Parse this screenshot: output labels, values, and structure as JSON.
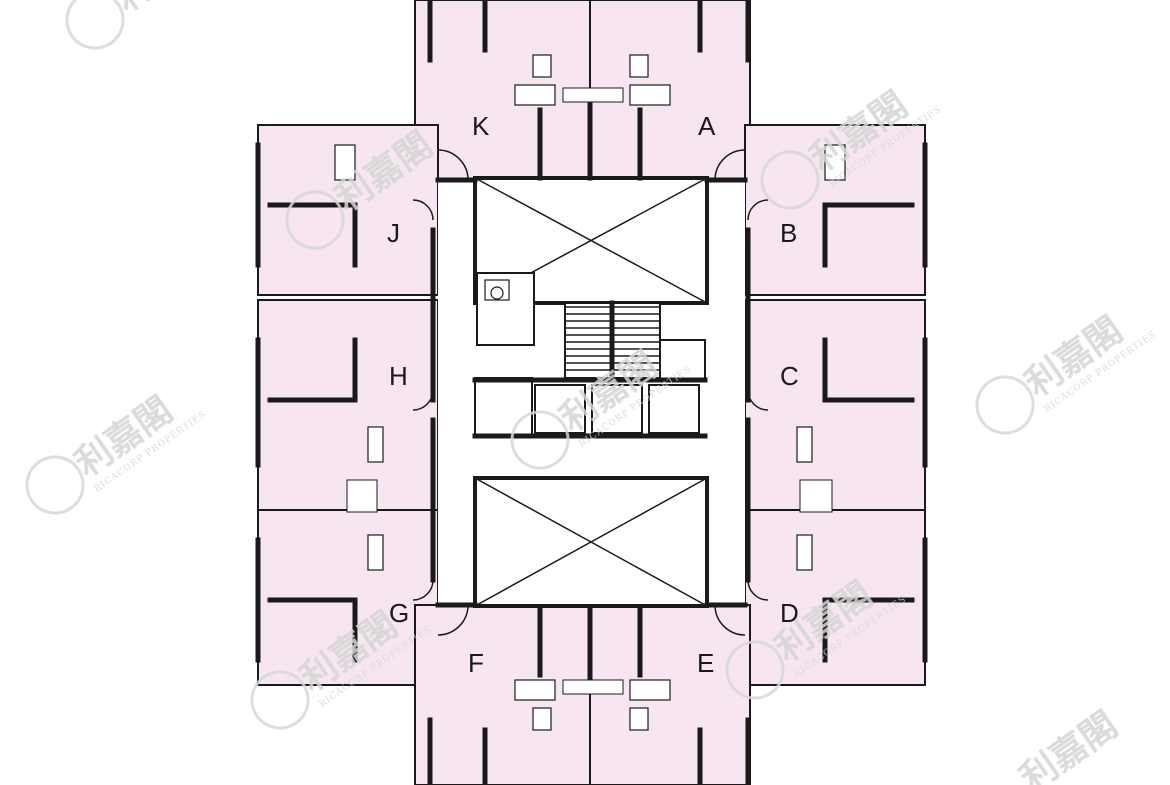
{
  "floor_plan": {
    "units": [
      {
        "id": "A",
        "label": "A"
      },
      {
        "id": "B",
        "label": "B"
      },
      {
        "id": "C",
        "label": "C"
      },
      {
        "id": "D",
        "label": "D"
      },
      {
        "id": "E",
        "label": "E"
      },
      {
        "id": "F",
        "label": "F"
      },
      {
        "id": "G",
        "label": "G"
      },
      {
        "id": "H",
        "label": "H"
      },
      {
        "id": "J",
        "label": "J"
      },
      {
        "id": "K",
        "label": "K"
      }
    ],
    "colors": {
      "unit_fill": "#f7e6f2",
      "wall": "#1a1a1a",
      "watermark": "#d5d5d5"
    }
  },
  "watermark": {
    "logo_icon": "ricacorp-r-logo",
    "text": "利嘉閣",
    "subtext": "RICACORP PROPERTIES"
  }
}
